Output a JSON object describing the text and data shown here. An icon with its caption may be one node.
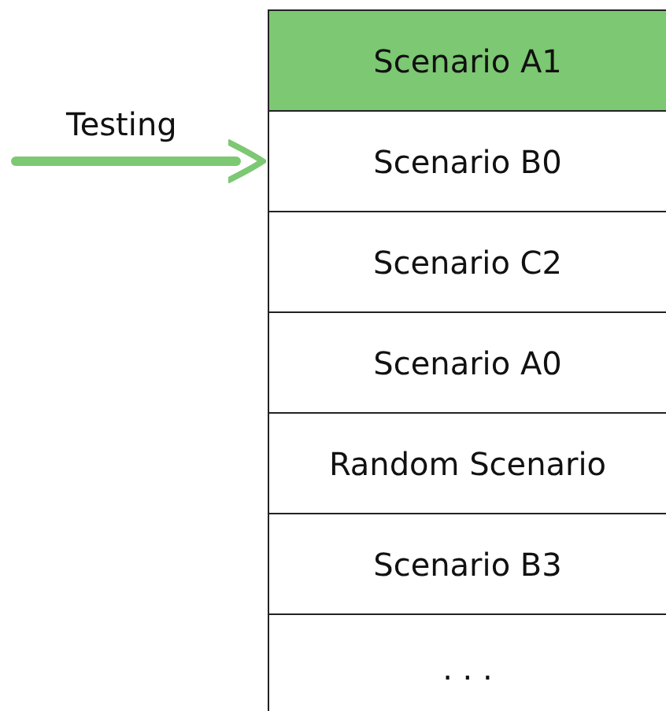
{
  "diagram": {
    "nodes": [
      {
        "text": [
          "Scenario A1"
        ]
      },
      {
        "text": [
          "Scenario B0"
        ]
      },
      {
        "text": [
          "Scenario C2"
        ]
      },
      {
        "text": [
          "Scenario A0"
        ]
      },
      {
        "text": [
          "Random Scenario"
        ]
      },
      {
        "text": [
          "Scenario B3"
        ]
      },
      {
        "text": [
          ". . ."
        ]
      }
    ],
    "edges": [
      {
        "from": null,
        "to": 1,
        "arrow": "to",
        "label": "Testing",
        "color": "#7dc873"
      }
    ]
  }
}
